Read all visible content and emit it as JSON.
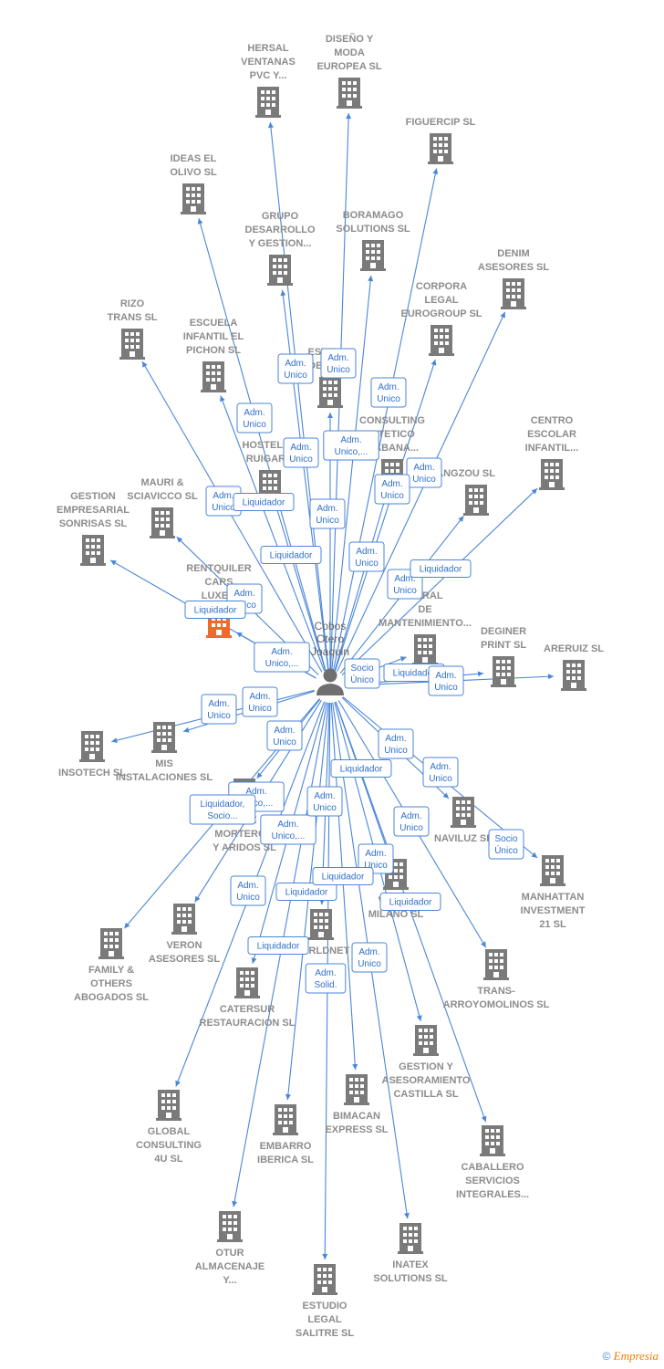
{
  "center": {
    "label": [
      "Cobos",
      "Otero",
      "Joaquin"
    ],
    "icon": "person-icon",
    "color": "#6f6f6f"
  },
  "colors": {
    "edge": "#4a86d8",
    "company": "#7a7a7a",
    "highlight": "#f26a2a",
    "label": "#8c8c8c"
  },
  "nodes": [
    {
      "id": "hersal",
      "label": [
        "HERSAL",
        "VENTANAS",
        "PVC Y..."
      ]
    },
    {
      "id": "diseno",
      "label": [
        "DISEÑO Y",
        "MODA",
        "EUROPEA SL"
      ]
    },
    {
      "id": "figuercip",
      "label": [
        "FIGUERCIP SL"
      ]
    },
    {
      "id": "ideas",
      "label": [
        "IDEAS EL",
        "OLIVO SL"
      ]
    },
    {
      "id": "grupo",
      "label": [
        "GRUPO",
        "DESARROLLO",
        "Y GESTION..."
      ]
    },
    {
      "id": "boramago",
      "label": [
        "BORAMAGO",
        "SOLUTIONS SL"
      ]
    },
    {
      "id": "denim",
      "label": [
        "DENIM",
        "ASESORES SL"
      ]
    },
    {
      "id": "corpora",
      "label": [
        "CORPORA",
        "LEGAL",
        "EUROGROUP SL"
      ]
    },
    {
      "id": "rizo",
      "label": [
        "RIZO",
        "TRANS SL"
      ]
    },
    {
      "id": "escuela",
      "label": [
        "ESCUELA",
        "INFANTIL EL",
        "PICHON SL"
      ]
    },
    {
      "id": "estudio_c",
      "label": [
        "ESTUDIO",
        "DE C... ..."
      ]
    },
    {
      "id": "consulting",
      "label": [
        "CONSULTING",
        "...TETICO",
        "...ABANA..."
      ]
    },
    {
      "id": "centro",
      "label": [
        "CENTRO",
        "ESCOLAR",
        "INFANTIL..."
      ]
    },
    {
      "id": "hostel",
      "label": [
        "HOSTELE...",
        "RUIGAR..."
      ]
    },
    {
      "id": "hangzou",
      "label": [
        "...HANGZOU SL"
      ]
    },
    {
      "id": "gestion_emp",
      "label": [
        "GESTION",
        "EMPRESARIAL",
        "SONRISAS  SL"
      ]
    },
    {
      "id": "mauri",
      "label": [
        "MAURI &",
        "SCIAVICCO SL"
      ]
    },
    {
      "id": "rentquiler",
      "label": [
        "RENTQUILER",
        "CARS",
        "LUXE..."
      ],
      "highlight": true
    },
    {
      "id": "general",
      "label": [
        "...ERAL",
        "DE",
        "MANTENIMIENTO..."
      ]
    },
    {
      "id": "deginer",
      "label": [
        "DEGINER",
        "PRINT SL"
      ]
    },
    {
      "id": "areruiz",
      "label": [
        "ARERUIZ SL"
      ]
    },
    {
      "id": "insotech",
      "label": [
        "INSOTECH  SL"
      ]
    },
    {
      "id": "mis",
      "label": [
        "MIS",
        "INSTALACIONES SL"
      ]
    },
    {
      "id": "mortero",
      "label": [
        "...UIZ",
        "MORTERO...",
        "Y ARIDOS SL"
      ]
    },
    {
      "id": "naviluz",
      "label": [
        "NAVILUZ SL"
      ]
    },
    {
      "id": "manhattan",
      "label": [
        "MANHATTAN",
        "INVESTMENT",
        "21 SL"
      ]
    },
    {
      "id": "vulc",
      "label": [
        "VULC...",
        "MILANO SL"
      ]
    },
    {
      "id": "family",
      "label": [
        "FAMILY &",
        "OTHERS",
        "ABOGADOS SL"
      ]
    },
    {
      "id": "veron",
      "label": [
        "VERON",
        "ASESORES SL"
      ]
    },
    {
      "id": "worldnet",
      "label": [
        "...ORLDNET"
      ]
    },
    {
      "id": "trans_arroyo",
      "label": [
        "TRANS-",
        "ARROYOMOLINOS SL"
      ]
    },
    {
      "id": "catersur",
      "label": [
        "CATERSUR",
        "RESTAURACION SL"
      ]
    },
    {
      "id": "gestion_ase",
      "label": [
        "GESTION Y",
        "ASESORAMIENTO",
        "CASTILLA  SL"
      ]
    },
    {
      "id": "bimacan",
      "label": [
        "BIMACAN",
        "EXPRESS SL"
      ]
    },
    {
      "id": "global",
      "label": [
        "GLOBAL",
        "CONSULTING",
        "4U SL"
      ]
    },
    {
      "id": "embarro",
      "label": [
        "EMBARRO",
        "IBERICA SL"
      ]
    },
    {
      "id": "caballero",
      "label": [
        "CABALLERO",
        "SERVICIOS",
        "INTEGRALES..."
      ]
    },
    {
      "id": "otur",
      "label": [
        "OTUR",
        "ALMACENAJE",
        "Y..."
      ]
    },
    {
      "id": "inatex",
      "label": [
        "INATEX",
        "SOLUTIONS SL"
      ]
    },
    {
      "id": "estudio_legal",
      "label": [
        "ESTUDIO",
        "LEGAL",
        "SALITRE SL"
      ]
    }
  ],
  "relations": [
    {
      "lines": [
        "Adm.",
        "Unico"
      ]
    },
    {
      "lines": [
        "Adm.",
        "Unico"
      ]
    },
    {
      "lines": [
        "Adm.",
        "Unico"
      ]
    },
    {
      "lines": [
        "Adm.",
        "Unico"
      ]
    },
    {
      "lines": [
        "Adm.",
        "Unico"
      ]
    },
    {
      "lines": [
        "Adm.",
        "Unico,..."
      ]
    },
    {
      "lines": [
        "Adm.",
        "Unico"
      ]
    },
    {
      "lines": [
        "Adm.",
        "Unico"
      ]
    },
    {
      "lines": [
        "Adm.",
        "Unico"
      ]
    },
    {
      "lines": [
        "Liquidador"
      ]
    },
    {
      "lines": [
        "Adm.",
        "Unico"
      ]
    },
    {
      "lines": [
        "Liquidador"
      ]
    },
    {
      "lines": [
        "Adm.",
        "Unico"
      ]
    },
    {
      "lines": [
        "Adm.",
        "Unico"
      ]
    },
    {
      "lines": [
        "Liquidador"
      ]
    },
    {
      "lines": [
        "Adm.",
        "Unico"
      ]
    },
    {
      "lines": [
        "Liquidador"
      ]
    },
    {
      "lines": [
        "Adm.",
        "Unico,..."
      ]
    },
    {
      "lines": [
        "Socio",
        "Único"
      ]
    },
    {
      "lines": [
        "Liquidador"
      ]
    },
    {
      "lines": [
        "Adm.",
        "Unico"
      ]
    },
    {
      "lines": [
        "Adm.",
        "Unico"
      ]
    },
    {
      "lines": [
        "Adm.",
        "Unico"
      ]
    },
    {
      "lines": [
        "Adm.",
        "Unico"
      ]
    },
    {
      "lines": [
        "Adm.",
        "Unico"
      ]
    },
    {
      "lines": [
        "Liquidador"
      ]
    },
    {
      "lines": [
        "Adm.",
        "Unico"
      ]
    },
    {
      "lines": [
        "Adm.",
        "Unico,..."
      ]
    },
    {
      "lines": [
        "Liquidador,",
        "Socio..."
      ]
    },
    {
      "lines": [
        "Adm.",
        "Unico,..."
      ]
    },
    {
      "lines": [
        "Adm.",
        "Unico"
      ]
    },
    {
      "lines": [
        "Adm.",
        "Unico"
      ]
    },
    {
      "lines": [
        "Socio",
        "Único"
      ]
    },
    {
      "lines": [
        "Adm.",
        "Unico"
      ]
    },
    {
      "lines": [
        "Adm.",
        "Unico"
      ]
    },
    {
      "lines": [
        "Liquidador"
      ]
    },
    {
      "lines": [
        "Liquidador"
      ]
    },
    {
      "lines": [
        "Liquidador"
      ]
    },
    {
      "lines": [
        "Liquidador"
      ]
    },
    {
      "lines": [
        "Adm.",
        "Unico"
      ]
    },
    {
      "lines": [
        "Adm.",
        "Solid."
      ]
    }
  ],
  "footer": {
    "copyright": "©",
    "brand": "Empresia"
  }
}
